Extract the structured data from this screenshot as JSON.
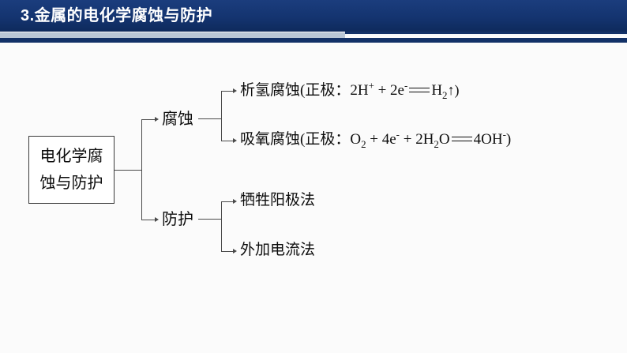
{
  "header": {
    "title": "3.金属的电化学腐蚀与防护",
    "bar_color": "#14336e",
    "underline_color": "#b9c7d6",
    "title_color": "#ffffff"
  },
  "diagram": {
    "root": {
      "line1": "电化学腐",
      "line2": "蚀与防护"
    },
    "branches": [
      {
        "label": "腐蚀",
        "children": [
          {
            "id": "hydrogen-corrosion",
            "prefix": "析氢腐蚀(正极：2H",
            "charge1": "+",
            "mid1": " + 2e",
            "charge2": "-",
            "product": "H",
            "product_index": "2",
            "suffix": "↑)",
            "plain_text": "析氢腐蚀(正极：2H+ + 2e- ══ H2↑)"
          },
          {
            "id": "oxygen-corrosion",
            "prefix": "吸氧腐蚀(正极：O",
            "index1": "2",
            "mid1": " + 4e",
            "charge1": "-",
            "mid2": " + 2H",
            "index2": "2",
            "mid3": "O",
            "product": "4OH",
            "charge2": "-",
            "suffix": ")",
            "plain_text": "吸氧腐蚀(正极：O2 + 4e- + 2H2O══4OH-)"
          }
        ]
      },
      {
        "label": "防护",
        "children": [
          {
            "id": "sacrificial-anode",
            "text": "牺牲阳极法"
          },
          {
            "id": "impressed-current",
            "text": "外加电流法"
          }
        ]
      }
    ]
  }
}
